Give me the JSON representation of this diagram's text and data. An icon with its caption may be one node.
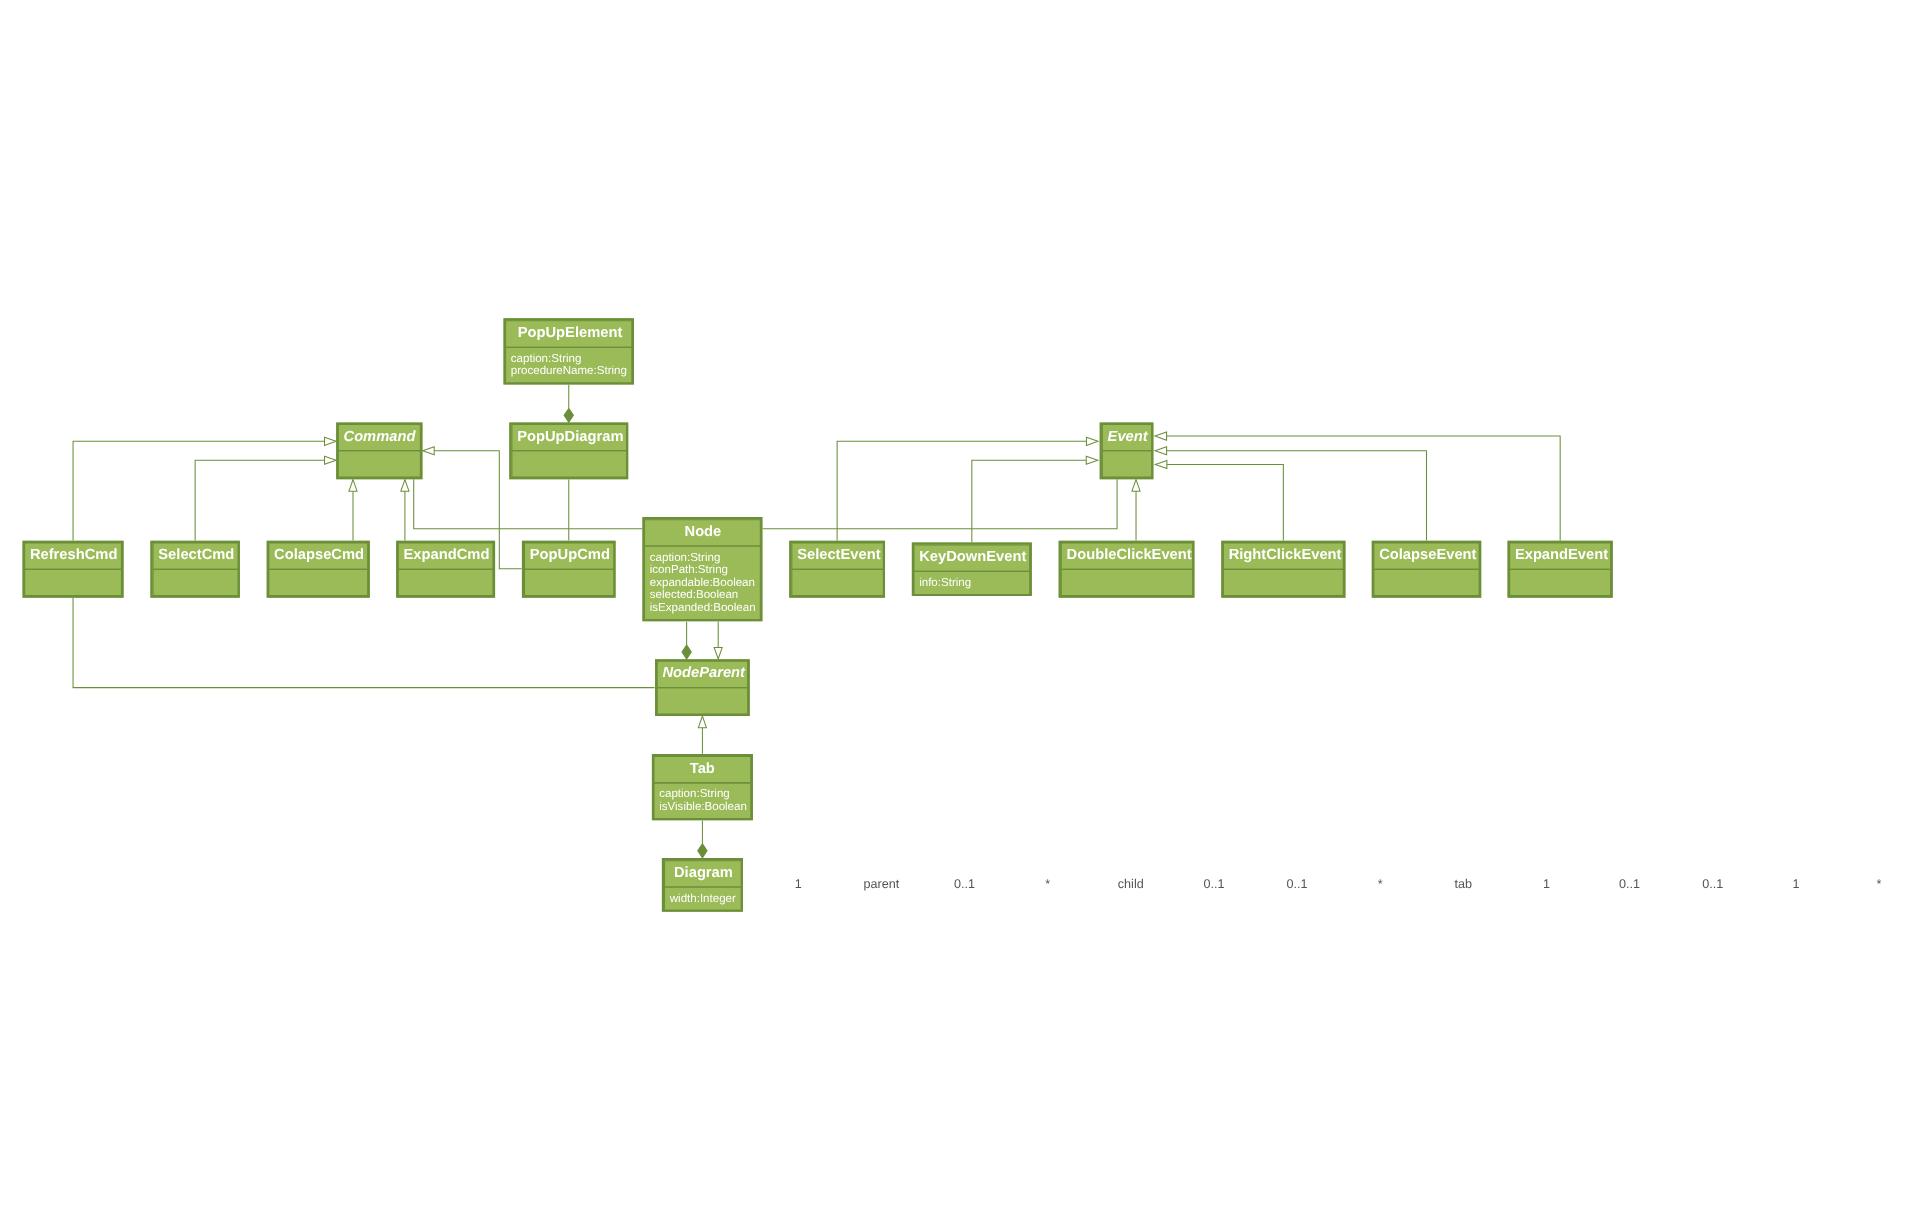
{
  "diagram": {
    "nodes": [
      {
        "text": [
          "NodeParent"
        ]
      },
      {
        "text": [
          "Command"
        ]
      },
      {
        "text": [
          "Diagram",
          "width:Integer"
        ]
      },
      {
        "text": [
          "Tab",
          "caption:String",
          "isVisible:Boolean"
        ]
      },
      {
        "text": [
          "Node",
          "caption:String",
          "iconPath:String",
          "expandable:Boolean",
          "selected:Boolean",
          "isExpanded:Boolean"
        ]
      },
      {
        "text": [
          "RefreshCmd"
        ]
      },
      {
        "text": [
          "SelectCmd"
        ]
      },
      {
        "text": [
          "ColapseCmd"
        ]
      },
      {
        "text": [
          "ExpandCmd"
        ]
      },
      {
        "text": [
          "PopUpCmd"
        ]
      },
      {
        "text": [
          "Event"
        ]
      },
      {
        "text": [
          "SelectEvent"
        ]
      },
      {
        "text": [
          "KeyDownEvent",
          "info:String"
        ]
      },
      {
        "text": [
          "DoubleClickEvent"
        ]
      },
      {
        "text": [
          "RightClickEvent"
        ]
      },
      {
        "text": [
          "ColapseEvent"
        ]
      },
      {
        "text": [
          "ExpandEvent"
        ]
      },
      {
        "text": [
          "PopUpDiagram"
        ]
      },
      {
        "text": [
          "PopUpElement",
          "caption:String",
          "procedureName:String"
        ]
      }
    ],
    "edges": [
      {
        "from": 3,
        "to": 0,
        "arrow": "to"
      },
      {
        "from": 4,
        "to": 0,
        "arrow": "to"
      },
      {
        "from": 0,
        "to": 4,
        "arrow": "other"
      },
      {
        "from": 0,
        "to": 5,
        "arrow": "none"
      },
      {
        "from": 4,
        "to": 1,
        "arrow": "none"
      },
      {
        "from": 2,
        "to": 3,
        "arrow": "other"
      },
      {
        "from": 5,
        "to": 1,
        "arrow": "to"
      },
      {
        "from": 6,
        "to": 1,
        "arrow": "to"
      },
      {
        "from": 7,
        "to": 1,
        "arrow": "to"
      },
      {
        "from": 8,
        "to": 1,
        "arrow": "to"
      },
      {
        "from": 9,
        "to": 1,
        "arrow": "to"
      },
      {
        "from": 4,
        "to": 10,
        "arrow": "none"
      },
      {
        "from": 11,
        "to": 10,
        "arrow": "to"
      },
      {
        "from": 12,
        "to": 10,
        "arrow": "to"
      },
      {
        "from": 13,
        "to": 10,
        "arrow": "to"
      },
      {
        "from": 14,
        "to": 10,
        "arrow": "to"
      },
      {
        "from": 15,
        "to": 10,
        "arrow": "to"
      },
      {
        "from": 16,
        "to": 10,
        "arrow": "to"
      },
      {
        "from": 9,
        "to": 17,
        "arrow": "none"
      },
      {
        "from": 17,
        "to": 18,
        "arrow": "other"
      }
    ],
    "labels": [
      "1",
      "parent",
      "0..1",
      "*",
      "child",
      "0..1",
      "0..1",
      "*",
      "tab",
      "1",
      "0..1",
      "0..1",
      "1",
      "*"
    ]
  }
}
